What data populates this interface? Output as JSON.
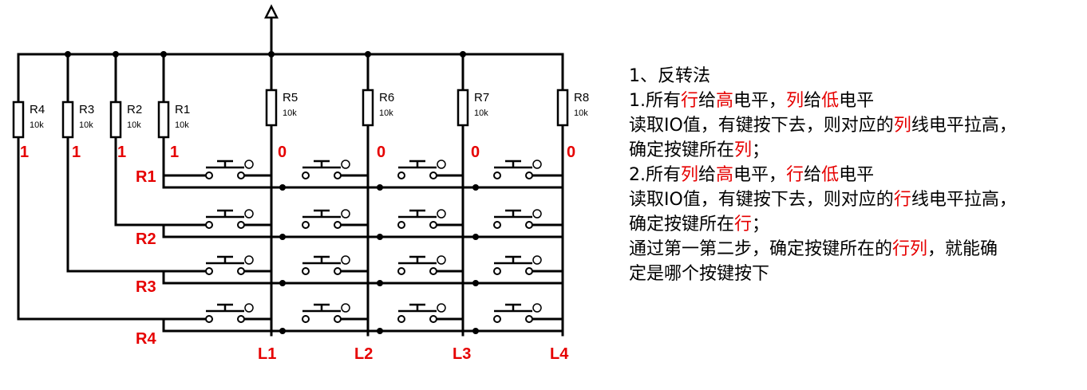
{
  "diagram": {
    "title": "",
    "resistors": [
      {
        "id": "R4",
        "value": "10k"
      },
      {
        "id": "R3",
        "value": "10k"
      },
      {
        "id": "R2",
        "value": "10k"
      },
      {
        "id": "R1",
        "value": "10k"
      },
      {
        "id": "R5",
        "value": "10k"
      },
      {
        "id": "R6",
        "value": "10k"
      },
      {
        "id": "R7",
        "value": "10k"
      },
      {
        "id": "R8",
        "value": "10k"
      }
    ],
    "level_labels": [
      "1",
      "1",
      "1",
      "1",
      "0",
      "0",
      "0",
      "0"
    ],
    "row_labels": [
      "R1",
      "R2",
      "R3",
      "R4"
    ],
    "col_labels": [
      "L1",
      "L2",
      "L3",
      "L4"
    ],
    "colors": {
      "wire": "#000000",
      "highlight": "#e60000"
    }
  },
  "notes": [
    [
      {
        "t": "1、反转法"
      }
    ],
    [
      {
        "t": "1.所有"
      },
      {
        "t": "行",
        "hl": true
      },
      {
        "t": "给"
      },
      {
        "t": "高",
        "hl": true
      },
      {
        "t": "电平，"
      },
      {
        "t": "列",
        "hl": true
      },
      {
        "t": "给"
      },
      {
        "t": "低",
        "hl": true
      },
      {
        "t": "电平"
      }
    ],
    [
      {
        "t": "读取IO值，有键按下去，则对应的"
      },
      {
        "t": "列",
        "hl": true
      },
      {
        "t": "线电平拉高，"
      }
    ],
    [
      {
        "t": "确定按键所在"
      },
      {
        "t": "列",
        "hl": true
      },
      {
        "t": "；"
      }
    ],
    [
      {
        "t": "2.所有"
      },
      {
        "t": "列",
        "hl": true
      },
      {
        "t": "给"
      },
      {
        "t": "高",
        "hl": true
      },
      {
        "t": "电平，"
      },
      {
        "t": "行",
        "hl": true
      },
      {
        "t": "给"
      },
      {
        "t": "低",
        "hl": true
      },
      {
        "t": "电平"
      }
    ],
    [
      {
        "t": "读取IO值，有键按下去，则对应的"
      },
      {
        "t": "行",
        "hl": true
      },
      {
        "t": "线电平拉高，"
      }
    ],
    [
      {
        "t": "确定按键所在"
      },
      {
        "t": "行",
        "hl": true
      },
      {
        "t": "；"
      }
    ],
    [
      {
        "t": "通过第一第二步，确定按键所在的"
      },
      {
        "t": "行列",
        "hl": true
      },
      {
        "t": "，就能确"
      }
    ],
    [
      {
        "t": "定是哪个按键按下"
      }
    ]
  ]
}
